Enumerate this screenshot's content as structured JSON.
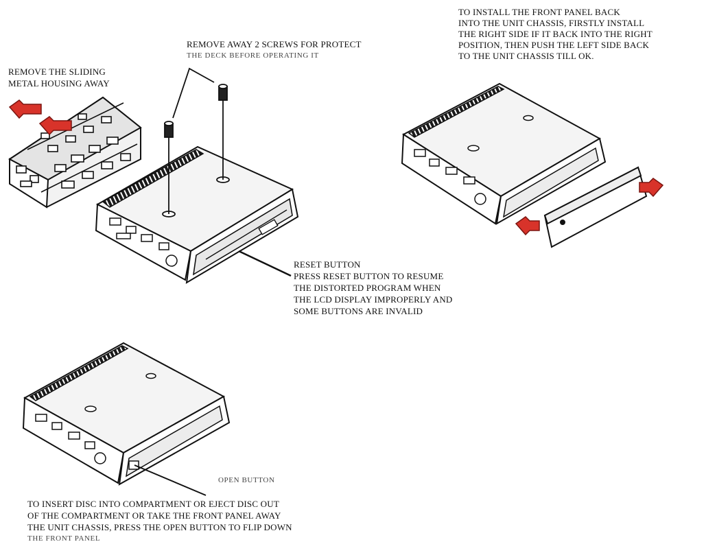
{
  "accent_color": "#d8332a",
  "captions": {
    "housing": {
      "lines": [
        "REMOVE THE SLIDING",
        "METAL HOUSING AWAY"
      ]
    },
    "screws": {
      "lines": [
        "REMOVE AWAY 2 SCREWS FOR PROTECT",
        "THE DECK BEFORE OPERATING IT"
      ]
    },
    "front_panel": {
      "lines": [
        "TO INSTALL THE FRONT PANEL BACK",
        "INTO THE UNIT CHASSIS, FIRSTLY INSTALL",
        "THE RIGHT SIDE IF IT BACK INTO THE RIGHT",
        "POSITION, THEN PUSH THE LEFT SIDE BACK",
        "TO THE UNIT CHASSIS  TILL OK."
      ]
    },
    "reset": {
      "lines": [
        "RESET BUTTON",
        "PRESS RESET BUTTON TO RESUME",
        "THE DISTORTED PROGRAM WHEN",
        "THE LCD DISPLAY IMPROPERLY AND",
        "SOME BUTTONS ARE INVALID"
      ]
    },
    "open_button": {
      "label": "OPEN BUTTON",
      "lines": [
        "TO INSERT DISC INTO COMPARTMENT OR EJECT DISC OUT",
        "OF THE COMPARTMENT OR TAKE THE FRONT PANEL AWAY",
        "THE UNIT CHASSIS, PRESS THE OPEN BUTTON TO FLIP DOWN",
        "THE FRONT PANEL"
      ]
    }
  }
}
